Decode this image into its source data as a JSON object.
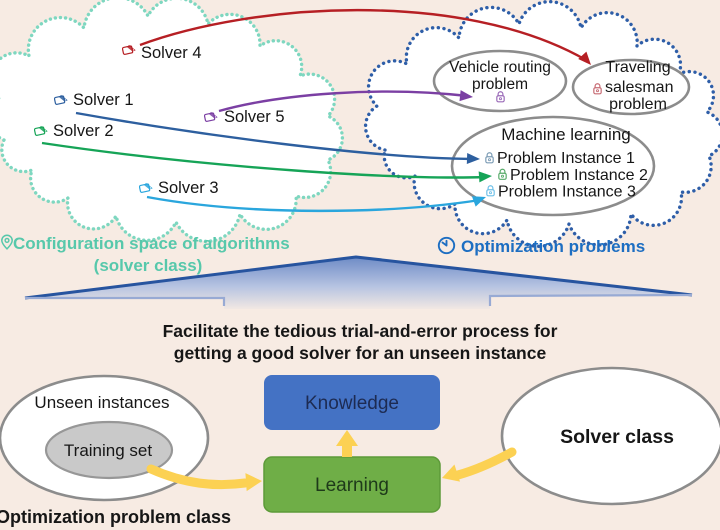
{
  "background_color": "#f7ebe3",
  "top": {
    "solver_cloud": {
      "caption_line1": "Configuration space of algorithms",
      "caption_line2": "(solver class)",
      "caption_color": "#57c8ab",
      "border_color": "#7ed7c0",
      "solvers": [
        {
          "label": "Solver 4",
          "color": "#b61f24"
        },
        {
          "label": "Solver 1",
          "color": "#2d5f9f"
        },
        {
          "label": "Solver 2",
          "color": "#16a457"
        },
        {
          "label": "Solver 5",
          "color": "#7b3fa3"
        },
        {
          "label": "Solver 3",
          "color": "#2aa6dd"
        }
      ]
    },
    "problem_cloud": {
      "caption": "Optimization problems",
      "caption_color": "#1d6ec2",
      "border_color": "#2e5ea8",
      "vehicle_routing": {
        "line1": "Vehicle routing",
        "line2": "problem",
        "lock_color": "#9a6ab8"
      },
      "traveling_salesman": {
        "line1": "Traveling",
        "line2": "salesman",
        "line3": "problem",
        "lock_color": "#c76b74"
      },
      "machine_learning": {
        "title": "Machine learning",
        "instances": [
          {
            "label": "Problem Instance 1",
            "lock_color": "#7c9cb5"
          },
          {
            "label": "Problem Instance 2",
            "lock_color": "#58ab6a"
          },
          {
            "label": "Problem Instance 3",
            "lock_color": "#6fc0e8"
          }
        ]
      }
    }
  },
  "middle": {
    "banner_line1": "Facilitate the tedious trial-and-error process for",
    "banner_line2": "getting a good solver for an unseen instance"
  },
  "bottom": {
    "unseen_instances_label": "Unseen instances",
    "training_set_label": "Training set",
    "optimization_class_caption": "Optimization problem class",
    "knowledge_label": "Knowledge",
    "learning_label": "Learning",
    "solver_class_label": "Solver class",
    "knowledge_color": "#4472c4",
    "learning_color": "#6fae47",
    "arrow_color": "#fcd153",
    "training_set_fill": "#c9c9c9"
  }
}
